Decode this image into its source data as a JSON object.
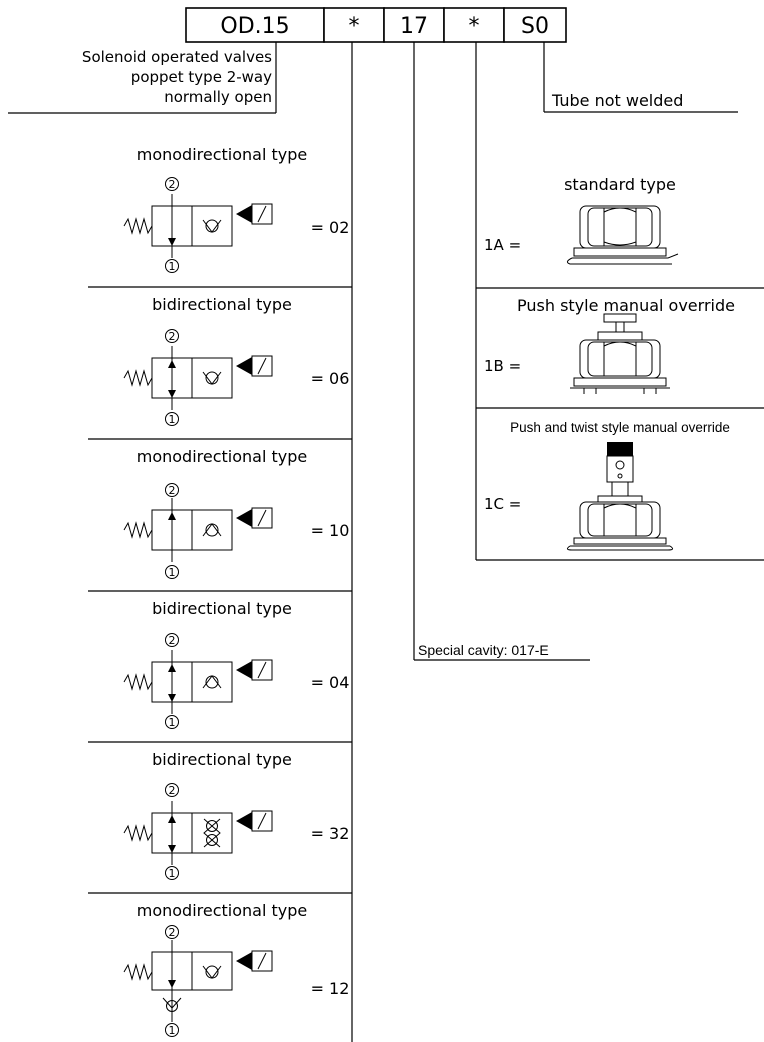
{
  "code_header": {
    "cells": [
      "OD.15",
      "*",
      "17",
      "*",
      "S0"
    ]
  },
  "family_label": {
    "lines": [
      "Solenoid operated valves",
      "poppet type 2-way",
      "normally open"
    ]
  },
  "tube_label": "Tube not welded",
  "cavity_label": "Special cavity: 017-E",
  "valve_options": [
    {
      "title": "monodirectional type",
      "code": "= 02",
      "port_top": "2",
      "port_bottom": "1"
    },
    {
      "title": "bidirectional type",
      "code": "= 06",
      "port_top": "2",
      "port_bottom": "1"
    },
    {
      "title": "monodirectional type",
      "code": "= 10",
      "port_top": "2",
      "port_bottom": "1"
    },
    {
      "title": "bidirectional type",
      "code": "= 04",
      "port_top": "2",
      "port_bottom": "1"
    },
    {
      "title": "bidirectional type",
      "code": "= 32",
      "port_top": "2",
      "port_bottom": "1"
    },
    {
      "title": "monodirectional type",
      "code": "= 12",
      "port_top": "2",
      "port_bottom": "1"
    }
  ],
  "override_options": [
    {
      "title": "standard type",
      "code": "1A ="
    },
    {
      "title": "Push style manual override",
      "code": "1B ="
    },
    {
      "title": "Push and twist style manual override",
      "code": "1C ="
    }
  ]
}
